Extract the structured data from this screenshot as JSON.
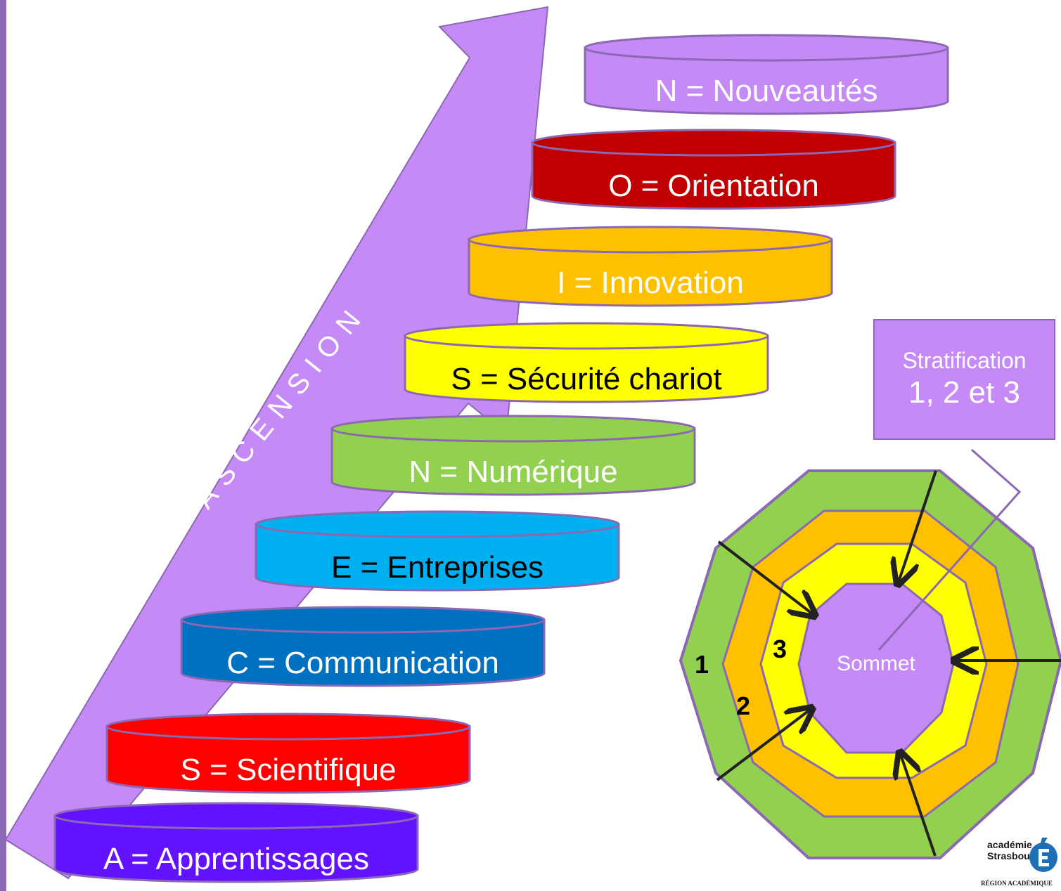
{
  "ascension": {
    "label": "ASCENSION",
    "color": "#c58af5"
  },
  "tiers": [
    {
      "name": "tier-apprentissages",
      "label": "A = Apprentissages",
      "fill": "#6212ff",
      "text_color": "#ffffff"
    },
    {
      "name": "tier-scientifique",
      "label": "S = Scientifique",
      "fill": "#ff0000",
      "text_color": "#ffffff"
    },
    {
      "name": "tier-communication",
      "label": "C = Communication",
      "fill": "#0070c0",
      "text_color": "#ffffff"
    },
    {
      "name": "tier-entreprises",
      "label": "E = Entreprises",
      "fill": "#00b0f0",
      "text_color": "#000000"
    },
    {
      "name": "tier-numerique",
      "label": "N = Numérique",
      "fill": "#92d050",
      "text_color": "#ffffff"
    },
    {
      "name": "tier-securite-chariot",
      "label": "S = Sécurité chariot",
      "fill": "#ffff00",
      "text_color": "#000000"
    },
    {
      "name": "tier-innovation",
      "label": "I = Innovation",
      "fill": "#ffc000",
      "text_color": "#ffffff"
    },
    {
      "name": "tier-orientation",
      "label": "O = Orientation",
      "fill": "#c00000",
      "text_color": "#ffffff"
    },
    {
      "name": "tier-nouveautes",
      "label": "N = Nouveautés",
      "fill": "#c58af5",
      "text_color": "#ffffff"
    }
  ],
  "stratification": {
    "title": "Stratification",
    "values": "1, 2 et 3",
    "fill": "#c58af5"
  },
  "octagon": {
    "center_label": "Sommet",
    "ring_labels": [
      "1",
      "2",
      "3"
    ],
    "colors": {
      "ring1": "#92d050",
      "ring2": "#ffc000",
      "ring3": "#ffff00",
      "center": "#c58af5",
      "outline": "#8b68b3"
    }
  },
  "logo": {
    "icon": "academie-strasbourg-logo-icon",
    "line1": "académie",
    "line2": "Strasbourg",
    "line3": "RÉGION ACADÉMIQUE",
    "accent": "#1f6fb5"
  },
  "accent_border": "#8b68b3"
}
